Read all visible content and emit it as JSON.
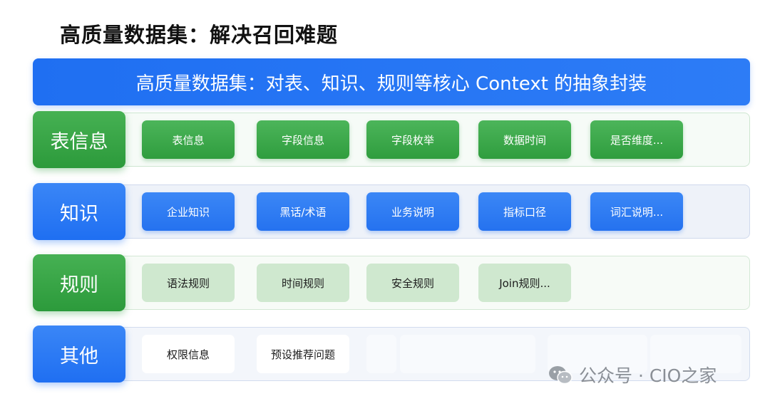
{
  "title": "高质量数据集：解决召回难题",
  "banner": "高质量数据集：对表、知识、规则等核心 Context 的抽象封装",
  "rows": [
    {
      "label": "表信息",
      "items": [
        "表信息",
        "字段信息",
        "字段枚举",
        "数据时间",
        "是否维度..."
      ]
    },
    {
      "label": "知识",
      "items": [
        "企业知识",
        "黑话/术语",
        "业务说明",
        "指标口径",
        "词汇说明..."
      ]
    },
    {
      "label": "规则",
      "items": [
        "语法规则",
        "时间规则",
        "安全规则",
        "Join规则..."
      ]
    },
    {
      "label": "其他",
      "items": [
        "权限信息",
        "预设推荐问题"
      ]
    }
  ],
  "watermark": "公众号 · CIO之家",
  "colors": {
    "accent_blue": "#1f6ff2",
    "accent_green": "#2c9a3b",
    "light_green": "#cfe8cf"
  }
}
